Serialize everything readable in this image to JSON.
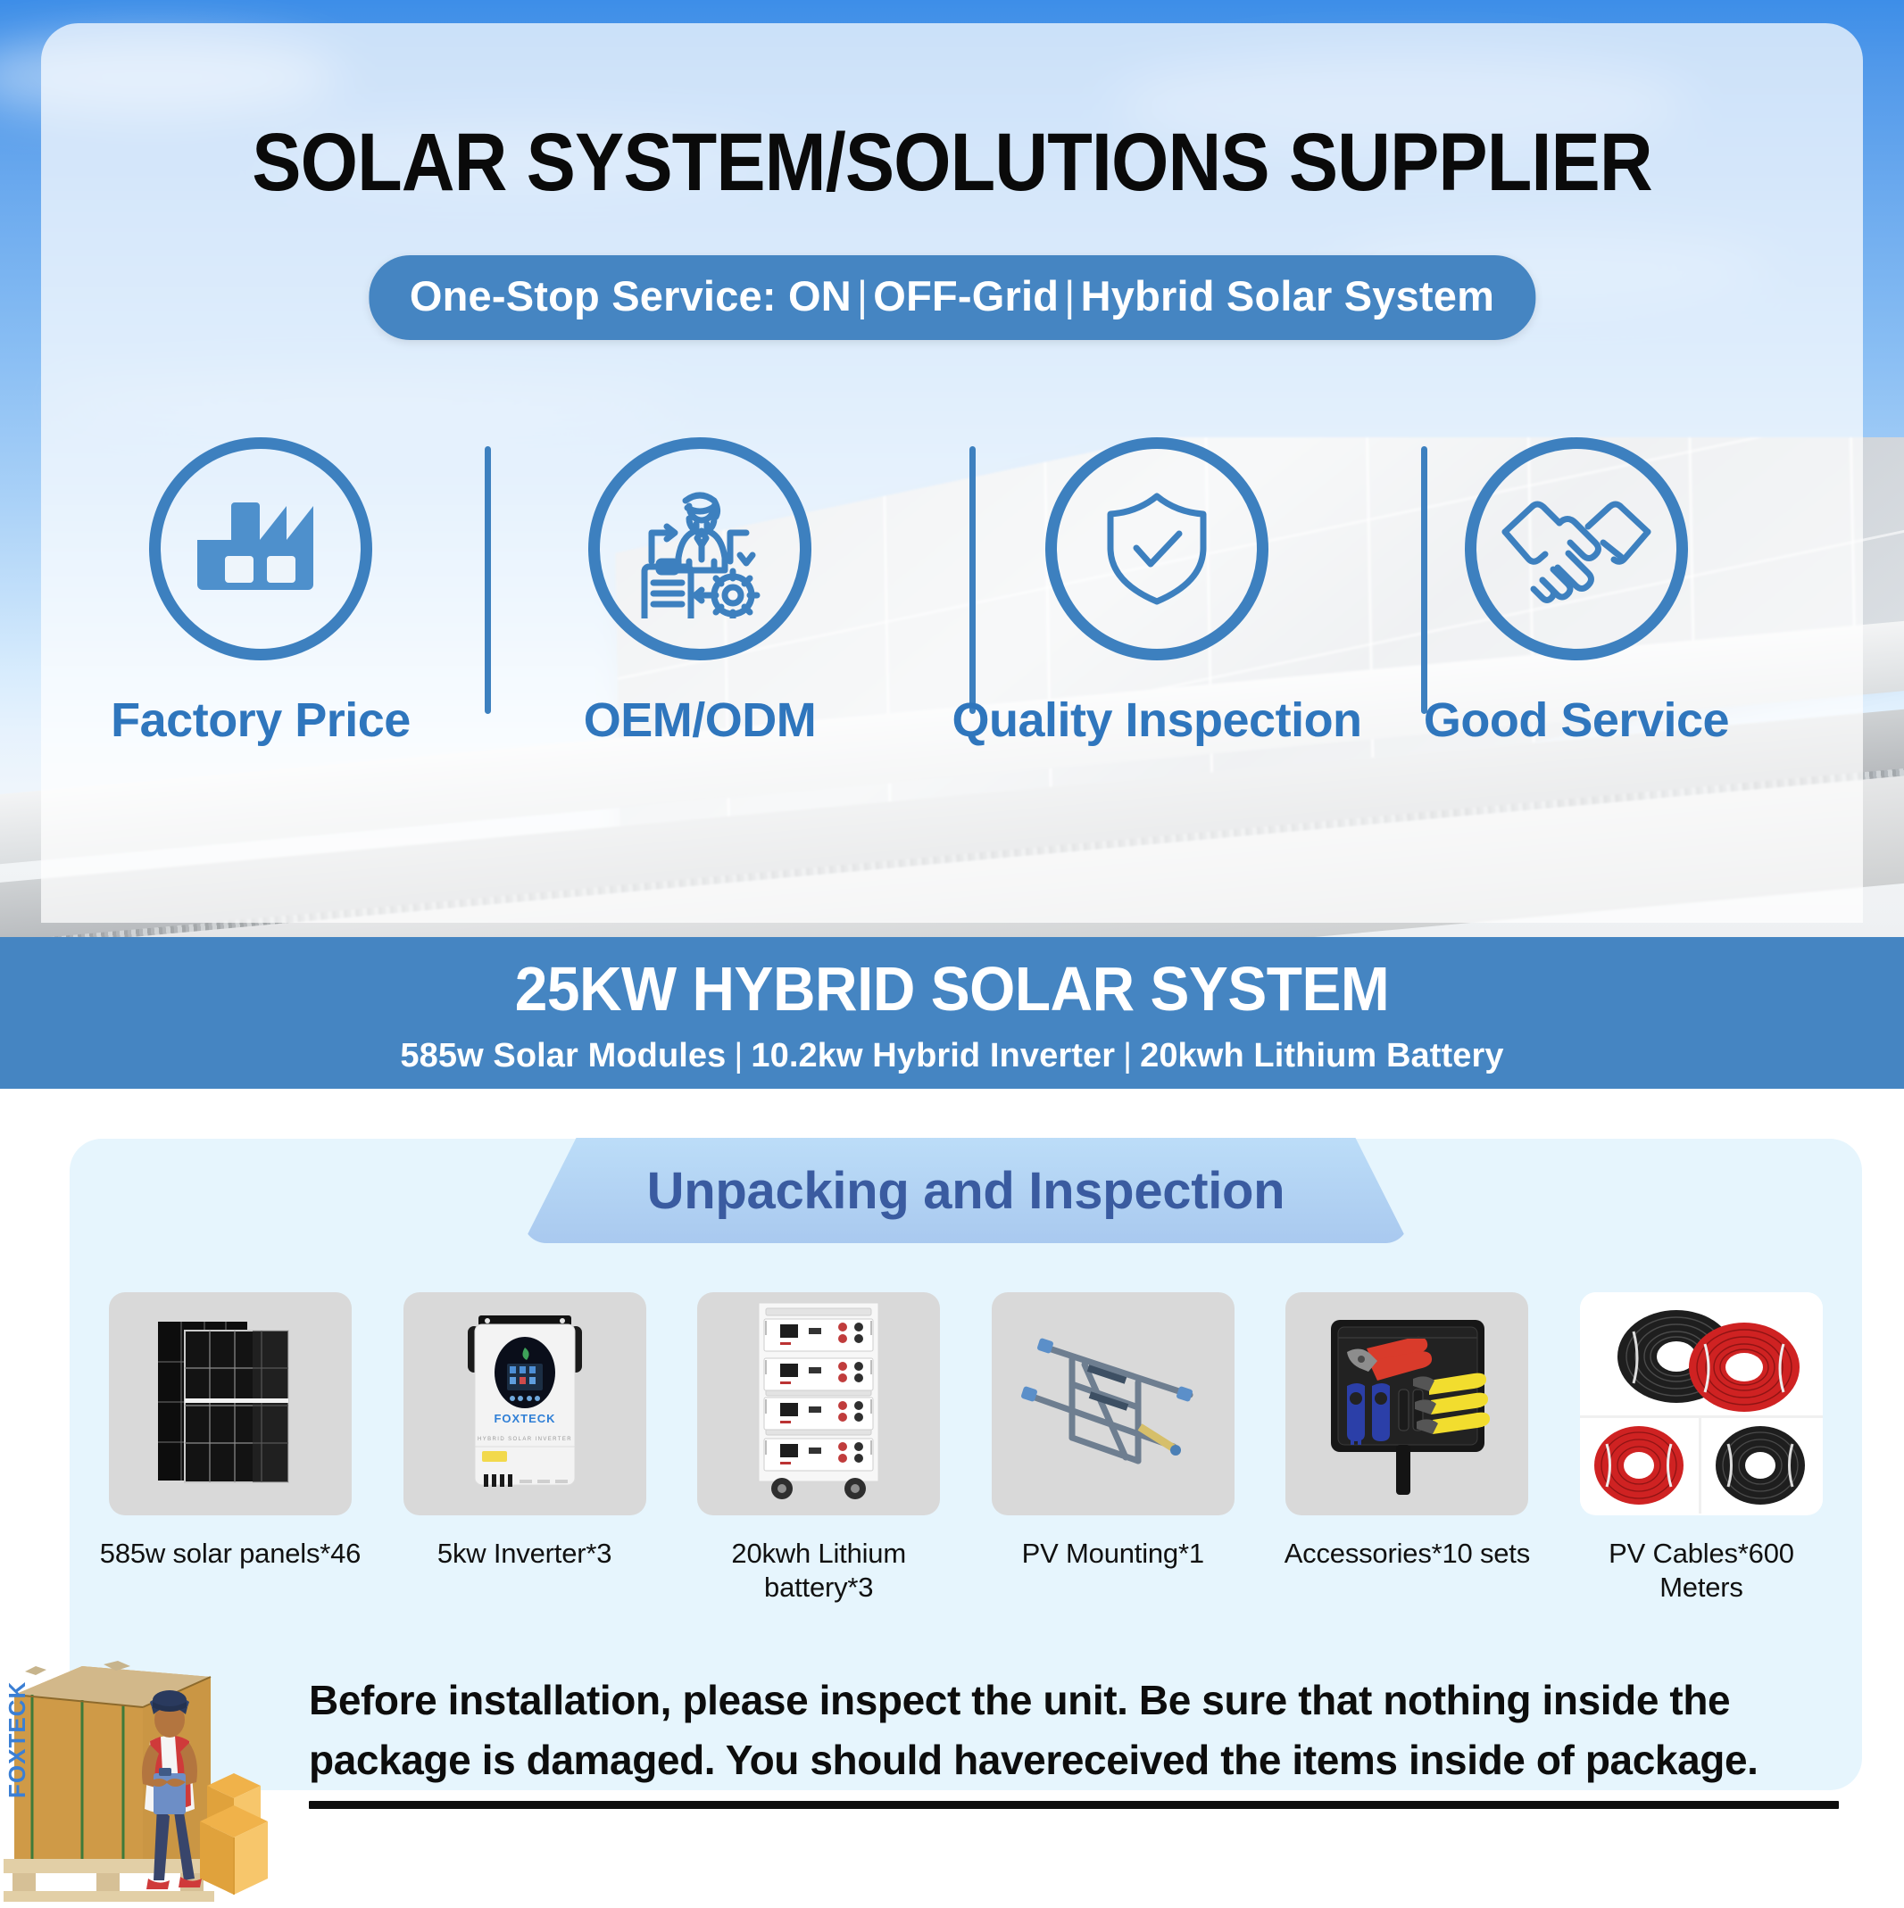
{
  "hero": {
    "headline": "SOLAR SYSTEM/SOLUTIONS SUPPLIER",
    "pill": {
      "prefix": "One-Stop Service:  ON",
      "mid": "OFF-Grid",
      "suffix": "Hybrid Solar System",
      "separator": "|"
    },
    "features": [
      {
        "label": "Factory Price",
        "icon": "factory-icon"
      },
      {
        "label": "OEM/ODM",
        "icon": "oem-odm-workflow-icon"
      },
      {
        "label": "Quality Inspection",
        "icon": "shield-check-icon"
      },
      {
        "label": "Good Service",
        "icon": "handshake-icon"
      }
    ]
  },
  "banner": {
    "title": "25KW HYBRID SOLAR SYSTEM",
    "sub_1": "585w Solar Modules",
    "sub_2": "10.2kw Hybrid Inverter",
    "sub_3": "20kwh Lithium Battery",
    "separator": "|"
  },
  "section": {
    "heading": "Unpacking and Inspection",
    "items": [
      {
        "caption": "585w solar panels*46",
        "image": "solar-panel-photo"
      },
      {
        "caption": "5kw Inverter*3",
        "image": "hybrid-inverter-photo",
        "brand": "FOXTECK",
        "brand_sub": "HYBRID SOLAR INVERTER"
      },
      {
        "caption": "20kwh Lithium battery*3",
        "image": "battery-rack-photo"
      },
      {
        "caption": "PV Mounting*1",
        "image": "pv-mounting-bracket-photo"
      },
      {
        "caption": "Accessories*10 sets",
        "image": "tool-kit-photo"
      },
      {
        "caption": "PV Cables*600 Meters",
        "image": "pv-cable-coils-photo"
      }
    ],
    "note_line_1": "Before installation, please inspect the unit. Be sure that nothing inside the",
    "note_line_2": "package is damaged. You should havereceived the items inside of package.",
    "pallet_brand": "FOXTECK"
  },
  "colors": {
    "brand_blue": "#4585c2",
    "ring_blue": "#3d80bf",
    "label_blue": "#2f76bd",
    "section_heading_blue": "#3a5ba0",
    "lower_card_bg": "#e6f5fd",
    "thumb_bg": "#d9d9d9"
  }
}
